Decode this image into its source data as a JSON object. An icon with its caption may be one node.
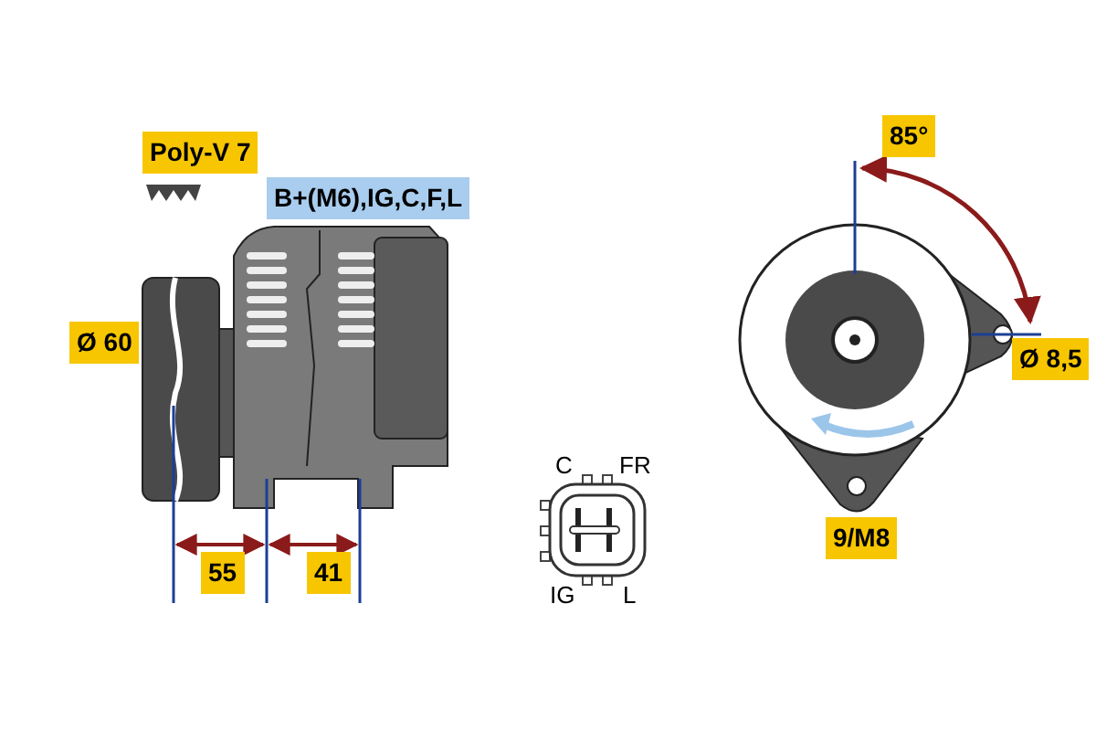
{
  "diagram": {
    "labels": [
      "Poly-V 7",
      "B+(M6),IG,C,F,L",
      "Ø 60",
      "55",
      "41",
      "C",
      "FR",
      "IG",
      "L",
      "85°",
      "Ø 8,5",
      "9/M8"
    ]
  }
}
